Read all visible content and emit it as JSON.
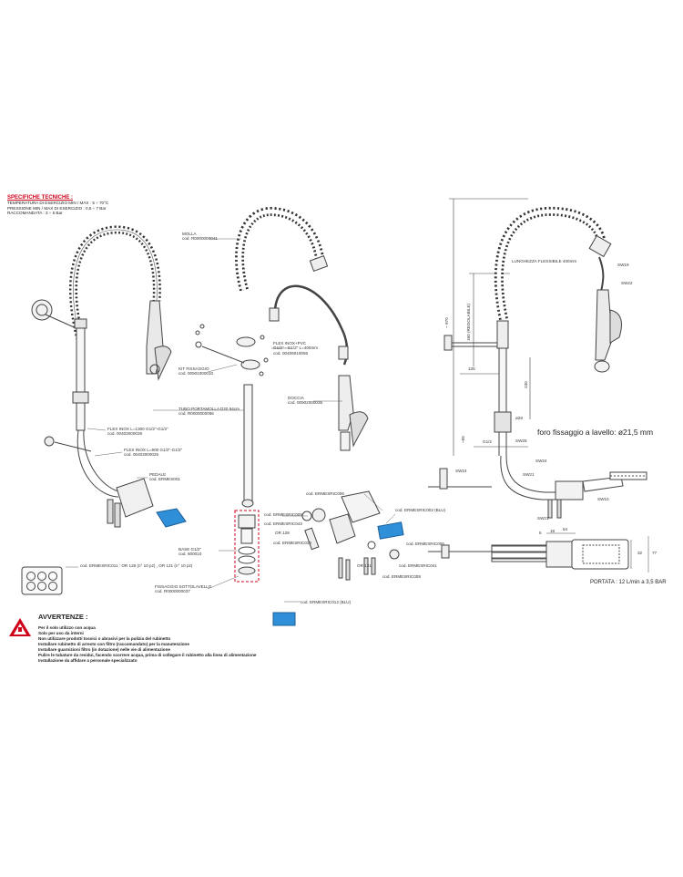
{
  "specs": {
    "title": "SPECIFICHE TECNICHE :",
    "lines": [
      "TEMPERATURA DI ESERCIZIO MIN / MAX : 5 ÷ 70°C",
      "PRESSIONE MIN / MAX DI ESERCIZIO : 0,5 ÷ 7 Bar",
      "RACCOMANDATA : 3 ÷ 5 Bar"
    ]
  },
  "labels": {
    "molla": [
      "MOLLA",
      "cod. R0000000041"
    ],
    "flex_pvc": [
      "FLEX INOX+PVC",
      "G1/2\" - G1/2\" L=400mm",
      "cod. 00409010066"
    ],
    "kit": [
      "KIT FISSAGGIO",
      "cod. 00501000010"
    ],
    "tubo": [
      "TUBO PORTAMOLLA D20 94cm",
      "cod. R0000000066"
    ],
    "doccia": [
      "DOCCIA",
      "cod. 00502000035"
    ],
    "flex1300": [
      "FLEX INOX L=1300 G1/2\"-G1/2\"",
      "cod. 00403000026"
    ],
    "flex900": [
      "FLEX INOX L=900 G1/2\"-G1/2\"",
      "cod. 00403000025"
    ],
    "pedale": [
      "PEDALE",
      "cod. ERMES001"
    ],
    "oring": "cod. ERMESRIC011 : OR 128 (n° 10 pz) , OR 121 (n° 10 pz)",
    "base": [
      "BASE G1/2\"",
      "cod. 600010"
    ],
    "sottolavello": [
      "FISSAGGIO SOTTOLAVELLO",
      "cod. R0000000037"
    ],
    "ric006": "cod. ERMESRIC006",
    "ric009": "cod. ERMESRIC009",
    "ric042": "cod. ERMESRIC042",
    "or128": "OR 128",
    "ric010": "cod. ERMESRIC010",
    "ric002": "cod. ERMESRIC002 (BLU)",
    "ric005": "cod. ERMESRIC005",
    "or121": "OR 121",
    "ric041": "cod. ERMESRIC041",
    "ric008": "cod. ERMESRIC008",
    "ric012": "cod. ERMESRIC012 (BLU)"
  },
  "dims": {
    "total_h": "~ 970",
    "hose_len": "LUNGHEZZA FLESSIBILE 400mm",
    "d135": "135",
    "d160": "160 (REGOLABILE)",
    "d230": "230",
    "d55": "~55",
    "hole": "foro fissaggio a lavello: ø21,5 mm",
    "sw19": "SW19",
    "sw22": "SW22",
    "sw25": "SW25",
    "sw24a": "SW24",
    "sw24b": "SW24",
    "sw21a": "SW21",
    "sw21b": "SW21",
    "sw10": "SW10",
    "g1_2": "G1/2",
    "d28": "ø28",
    "d18": "18",
    "d54": "54",
    "d6": "6",
    "d32": "32",
    "d77": "77",
    "portata": "PORTATA : 12 L/min a 3,5 BAR"
  },
  "warnings": {
    "title": "AVVERTENZE :",
    "items": [
      "Per il solo utilizzo con acqua",
      "Solo per uso da interni",
      "Non utilizzare prodotti tossici o abrasivi per la pulizia del rubinetto",
      "Installare rubinetto di arresto con filtro (raccomandato) per la manutenzione",
      "Installare guarnizioni filtro (in dotazione) nelle vie di alimentazione",
      "Pulire le tubature da residui, facendo scorrere acqua, prima di collegare il rubinetto alla linea di alimentazione",
      "Installazione da affidare a personale specializzato"
    ]
  },
  "colors": {
    "accent_red": "#d0021b",
    "pedal_blue": "#2f8fd8"
  }
}
